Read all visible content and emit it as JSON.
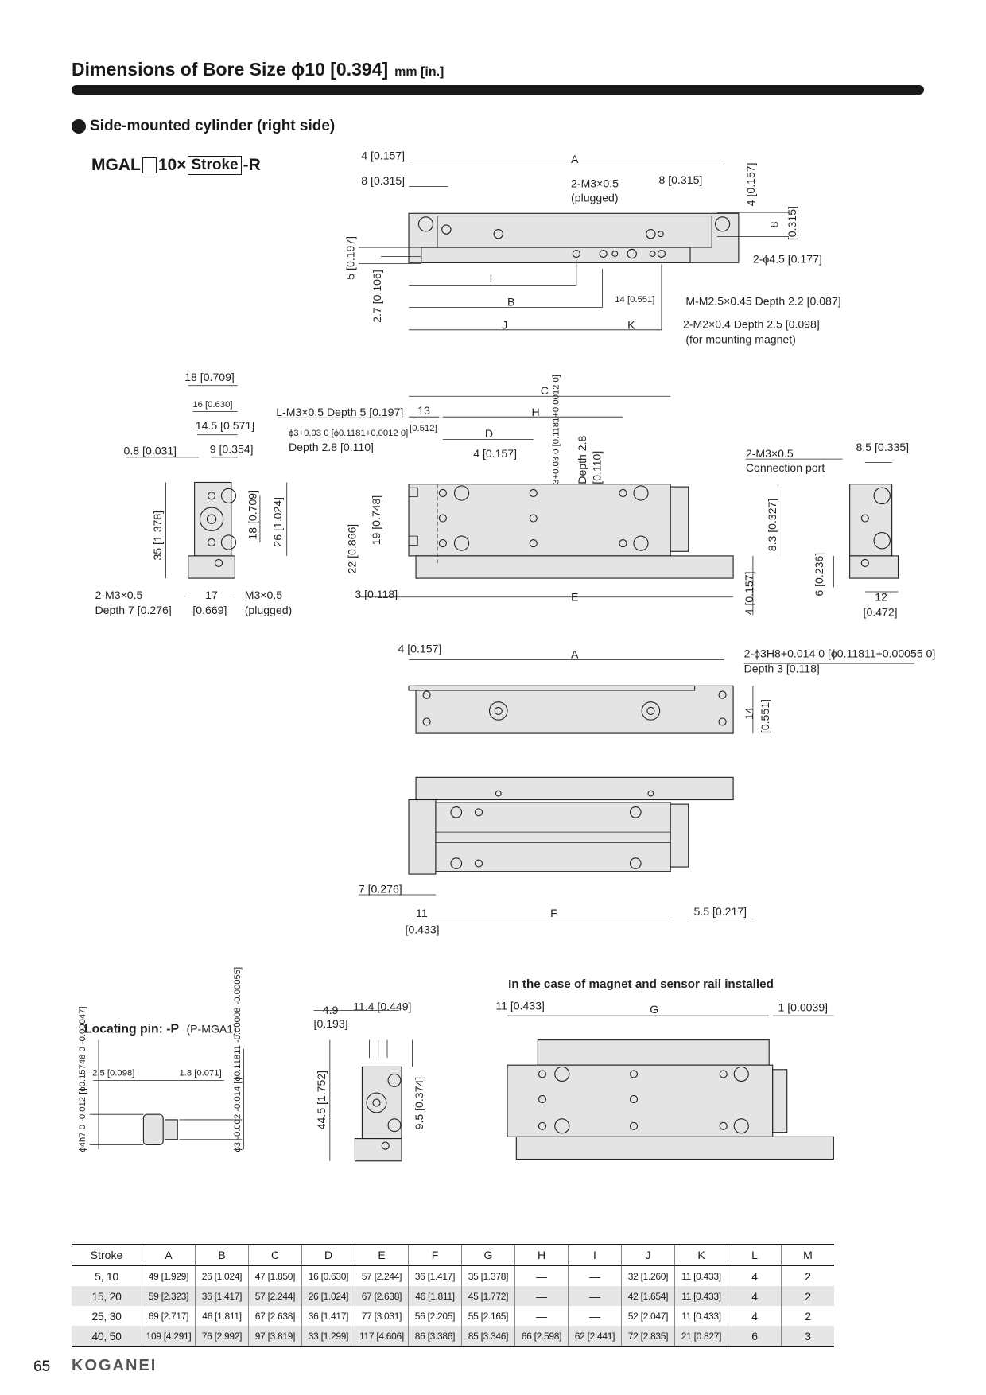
{
  "header": {
    "title": "Dimensions of Bore Size ϕ10 [0.394]",
    "unit": "mm [in.]"
  },
  "section": {
    "title": "Side-mounted cylinder (right side)"
  },
  "model": {
    "prefix": "MGAL",
    "size": "10×",
    "stroke": "Stroke",
    "suffix": "-R"
  },
  "labels": {
    "top": [
      "4 [0.157]",
      "A",
      "8 [0.315]",
      "2-M3×0.5",
      "(plugged)",
      "8 [0.315]",
      "4 [0.157]",
      "8",
      "[0.315]",
      "2-ϕ4.5 [0.177]",
      "5 [0.197]",
      "2.7 [0.106]",
      "I",
      "B",
      "14 [0.551]",
      "M-M2.5×0.45 Depth 2.2 [0.087]",
      "J",
      "K",
      "2-M2×0.4 Depth 2.5 [0.098]",
      "(for mounting magnet)"
    ],
    "left_end": [
      "18 [0.709]",
      "16 [0.630]",
      "14.5 [0.571]",
      "0.8 [0.031]",
      "9 [0.354]",
      "35 [1.378]",
      "18 [0.709]",
      "26 [1.024]",
      "2-M3×0.5",
      "Depth 7 [0.276]",
      "17",
      "[0.669]",
      "M3×0.5",
      "(plugged)"
    ],
    "front": [
      "C",
      "L-M3×0.5 Depth 5 [0.197]",
      "13",
      "[0.512]",
      "H",
      "ϕ3+0.03 0 [ϕ0.1181+0.0012 0]",
      "Depth 2.8 [0.110]",
      "D",
      "4 [0.157]",
      "3+0.03 0 [0.1181+0.0012 0]",
      "Depth 2.8",
      "[0.110]",
      "19 [0.748]",
      "22 [0.866]",
      "3 [0.118]",
      "E",
      "8.3 [0.327]",
      "4 [0.157]"
    ],
    "right_end": [
      "2-M3×0.5",
      "Connection port",
      "8.5 [0.335]",
      "6 [0.236]",
      "12",
      "[0.472]"
    ],
    "bottom": [
      "4 [0.157]",
      "A",
      "2-ϕ3H8+0.014 0 [ϕ0.11811+0.00055 0]",
      "Depth 3 [0.118]",
      "14",
      "[0.551]"
    ],
    "side": [
      "7 [0.276]",
      "11",
      "[0.433]",
      "F",
      "5.5 [0.217]"
    ],
    "pin": [
      "Locating pin: -P",
      "(P-MGA1)",
      "2.5 [0.098]",
      "1.8 [0.071]",
      "ϕ4h7 0 -0.012 [ϕ0.15748 0 -0.00047]",
      "ϕ3 -0.002 -0.014 [ϕ0.11811 -0.00008 -0.00055]"
    ],
    "sensor_end": [
      "4.9",
      "[0.193]",
      "11.4 [0.449]",
      "44.5 [1.752]",
      "9.5 [0.374]"
    ],
    "magnet": [
      "In the case of magnet and sensor rail installed",
      "11 [0.433]",
      "G",
      "1 [0.0039]"
    ]
  },
  "table": {
    "headers": [
      "Stroke",
      "A",
      "B",
      "C",
      "D",
      "E",
      "F",
      "G",
      "H",
      "I",
      "J",
      "K",
      "L",
      "M"
    ],
    "rows": [
      [
        "5, 10",
        "49 [1.929]",
        "26 [1.024]",
        "47 [1.850]",
        "16 [0.630]",
        "57 [2.244]",
        "36 [1.417]",
        "35 [1.378]",
        "—",
        "—",
        "32 [1.260]",
        "11 [0.433]",
        "4",
        "2"
      ],
      [
        "15, 20",
        "59 [2.323]",
        "36 [1.417]",
        "57 [2.244]",
        "26 [1.024]",
        "67 [2.638]",
        "46 [1.811]",
        "45 [1.772]",
        "—",
        "—",
        "42 [1.654]",
        "11 [0.433]",
        "4",
        "2"
      ],
      [
        "25, 30",
        "69 [2.717]",
        "46 [1.811]",
        "67 [2.638]",
        "36 [1.417]",
        "77 [3.031]",
        "56 [2.205]",
        "55 [2.165]",
        "—",
        "—",
        "52 [2.047]",
        "11 [0.433]",
        "4",
        "2"
      ],
      [
        "40, 50",
        "109 [4.291]",
        "76 [2.992]",
        "97 [3.819]",
        "33 [1.299]",
        "117 [4.606]",
        "86 [3.386]",
        "85 [3.346]",
        "66 [2.598]",
        "62 [2.441]",
        "72 [2.835]",
        "21 [0.827]",
        "6",
        "3"
      ]
    ]
  },
  "footer": {
    "page": "65",
    "brand": "KOGANEI"
  }
}
